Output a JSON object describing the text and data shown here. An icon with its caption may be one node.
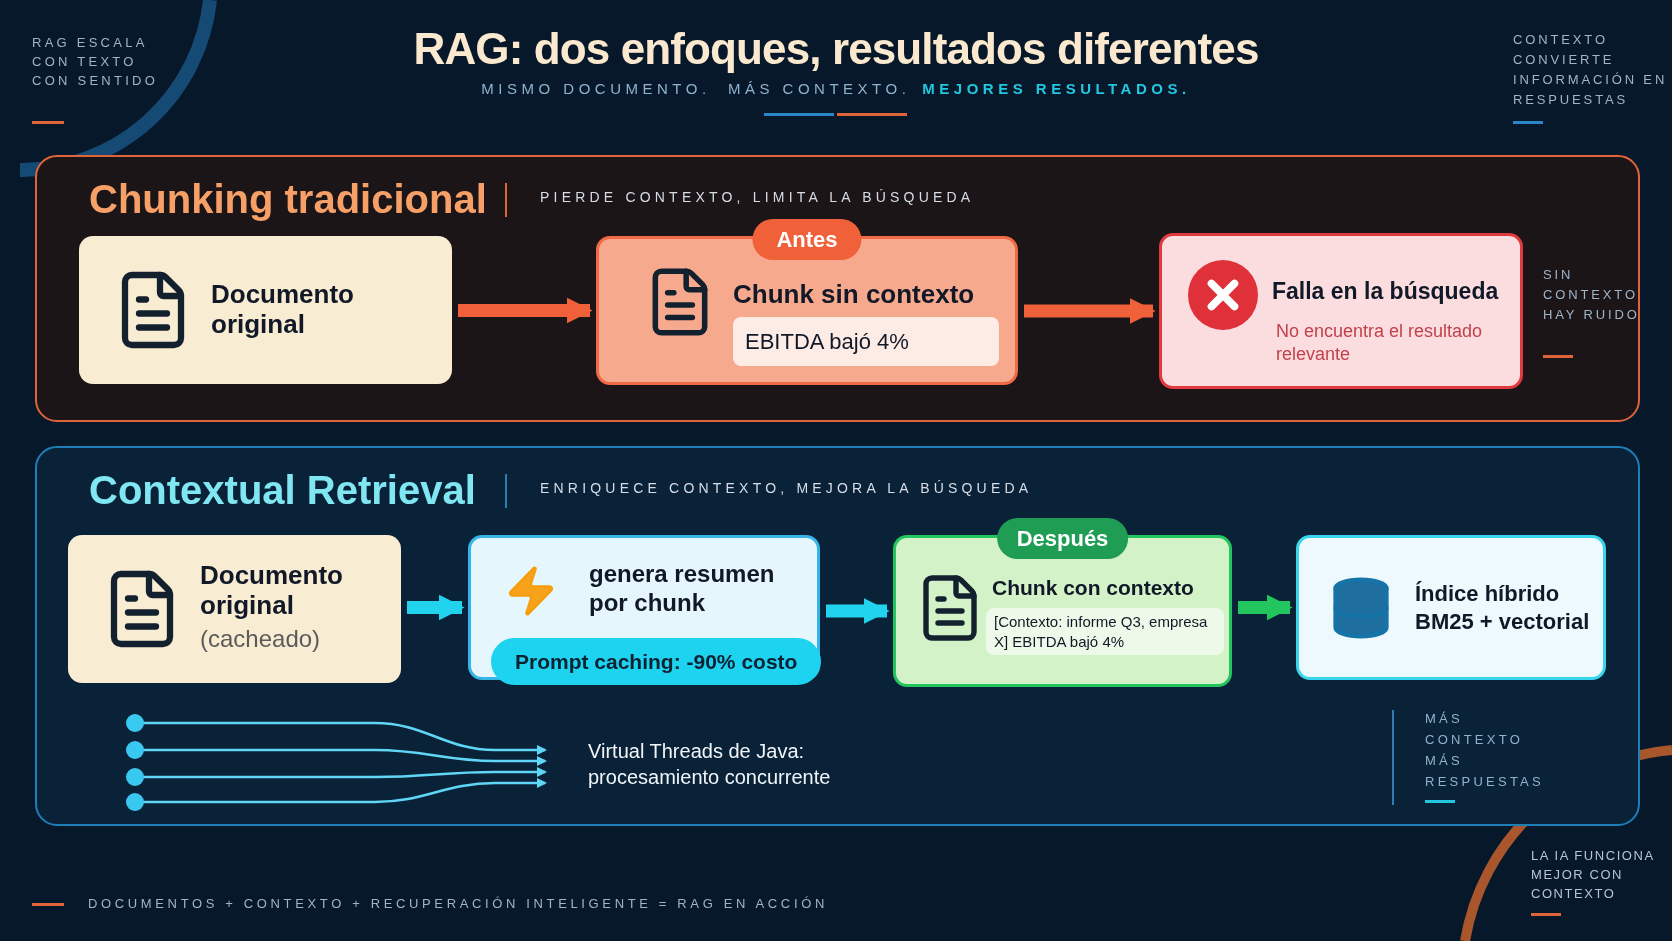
{
  "diagram": {
    "title": "RAG: dos enfoques, resultados diferentes",
    "nodes": [
      {
        "text": [
          "Chunking tradicional",
          "PIERDE CONTEXTO, LIMITA LA BÚSQUEDA"
        ]
      },
      {
        "text": [
          "Documento original"
        ],
        "in": 0
      },
      {
        "text": [
          "Antes",
          "Chunk sin contexto",
          "EBITDA bajó 4%"
        ],
        "in": 0
      },
      {
        "text": [
          "Falla en la búsqueda",
          "No encuentra el resultado relevante"
        ],
        "in": 0
      },
      {
        "text": [
          "Contextual Retrieval",
          "ENRIQUECE CONTEXTO, MEJORA LA BÚSQUEDA"
        ]
      },
      {
        "text": [
          "Documento original",
          "(cacheado)"
        ],
        "in": 4
      },
      {
        "text": [
          "genera resumen por chunk",
          "Prompt caching: -90% costo"
        ],
        "in": 4
      },
      {
        "text": [
          "Después",
          "Chunk con contexto",
          "[Contexto: informe Q3, empresa X] EBITDA bajó 4%"
        ],
        "in": 4
      },
      {
        "text": [
          "Índice híbrido BM25 + vectorial"
        ],
        "in": 4
      }
    ],
    "edges": [
      {
        "from": 1,
        "to": 2,
        "arrow": "to",
        "color": "#f0613a"
      },
      {
        "from": 2,
        "to": 3,
        "arrow": "to",
        "color": "#f0613a"
      },
      {
        "from": 5,
        "to": 6,
        "arrow": "to",
        "color": "#22d3ee"
      },
      {
        "from": 6,
        "to": 7,
        "arrow": "to",
        "color": "#22d3ee"
      },
      {
        "from": 7,
        "to": 8,
        "arrow": "to",
        "color": "#22c55e"
      }
    ],
    "labels": [
      "RAG ESCALA CON TEXTO CON SENTIDO",
      "MISMO DOCUMENTO.  MÁS CONTEXTO.",
      "MEJORES RESULTADOS.",
      "CONTEXTO CONVIERTE INFORMACIÓN EN RESPUESTAS",
      "SIN CONTEXTO HAY RUIDO",
      "Virtual Threads de Java: procesamiento concurrente",
      "MÁS CONTEXTO MÁS RESPUESTAS",
      "DOCUMENTOS + CONTEXTO + RECUPERACIÓN INTELIGENTE = RAG EN ACCIÓN",
      "LA IA FUNCIONA MEJOR CON CONTEXTO"
    ]
  }
}
